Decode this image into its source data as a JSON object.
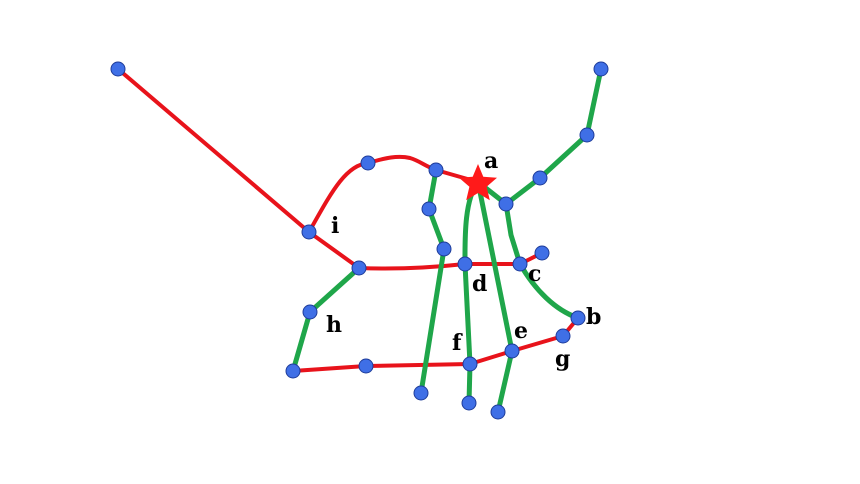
{
  "colors": {
    "background": "#ffffff",
    "red_route": "#e8131b",
    "green_route": "#1fa64a",
    "node_fill": "#3f6fe6",
    "star": "#ff1a1a",
    "label": "#000000"
  },
  "labels": {
    "a": "a",
    "b": "b",
    "c": "c",
    "d": "d",
    "e": "e",
    "f": "f",
    "g": "g",
    "h": "h",
    "i": "i"
  }
}
